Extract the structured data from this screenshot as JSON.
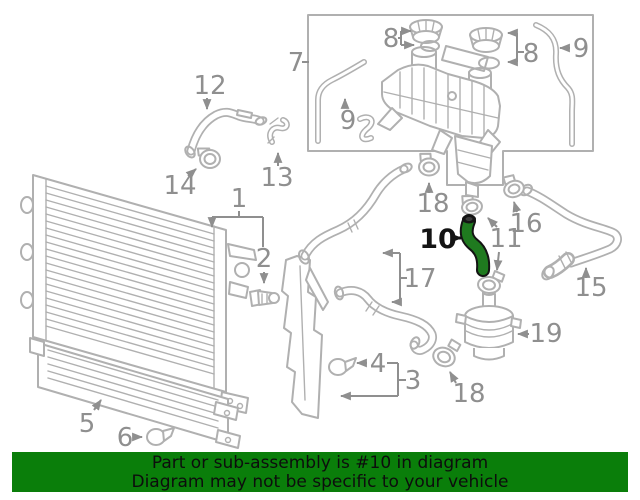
{
  "banner": {
    "line1": "Part or sub-assembly is #10 in diagram",
    "line2": "Diagram may not be specific to your vehicle"
  },
  "highlight": {
    "part_number": "10",
    "hose_color": "#1f7a1f",
    "banner_color": "#0a7e0a"
  },
  "diagram": {
    "callouts": [
      {
        "id": "radiator",
        "label": "1"
      },
      {
        "id": "drain-plug",
        "label": "2"
      },
      {
        "id": "air-baffle",
        "label": "3"
      },
      {
        "id": "baffle-clip",
        "label": "4"
      },
      {
        "id": "aux-radiator",
        "label": "5"
      },
      {
        "id": "aux-clip",
        "label": "6"
      },
      {
        "id": "reservoir-group",
        "label": "7"
      },
      {
        "id": "cap-left",
        "label": "8"
      },
      {
        "id": "cap-right",
        "label": "8"
      },
      {
        "id": "vent-hose-left",
        "label": "9"
      },
      {
        "id": "vent-hose-right",
        "label": "9"
      },
      {
        "id": "highlight-hose",
        "label": "10"
      },
      {
        "id": "hose-clamps",
        "label": "11"
      },
      {
        "id": "upper-hose",
        "label": "12"
      },
      {
        "id": "hose-bracket",
        "label": "13"
      },
      {
        "id": "upper-hose-clamp",
        "label": "14"
      },
      {
        "id": "outlet-hose",
        "label": "15"
      },
      {
        "id": "outlet-clamp",
        "label": "16"
      },
      {
        "id": "hose-pair",
        "label": "17"
      },
      {
        "id": "clamp-top",
        "label": "18"
      },
      {
        "id": "clamp-bottom",
        "label": "18"
      },
      {
        "id": "aux-water-pump",
        "label": "19"
      }
    ]
  }
}
